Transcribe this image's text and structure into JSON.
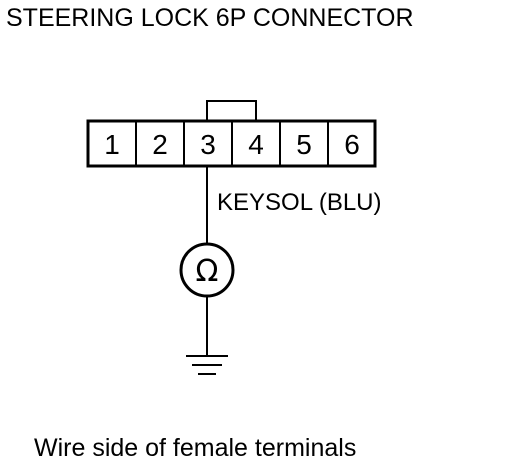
{
  "diagram": {
    "title": "STEERING LOCK 6P CONNECTOR",
    "connector": {
      "pins": [
        {
          "label": "1"
        },
        {
          "label": "2"
        },
        {
          "label": "3"
        },
        {
          "label": "4"
        },
        {
          "label": "5"
        },
        {
          "label": "6"
        }
      ],
      "jumper_between": [
        "3",
        "4"
      ]
    },
    "wire_label": "KEYSOL (BLU)",
    "meter_symbol": "Ω",
    "ground_icon": "ground-icon",
    "caption": "Wire side of female terminals"
  },
  "colors": {
    "line": "#000000",
    "background": "#ffffff"
  }
}
